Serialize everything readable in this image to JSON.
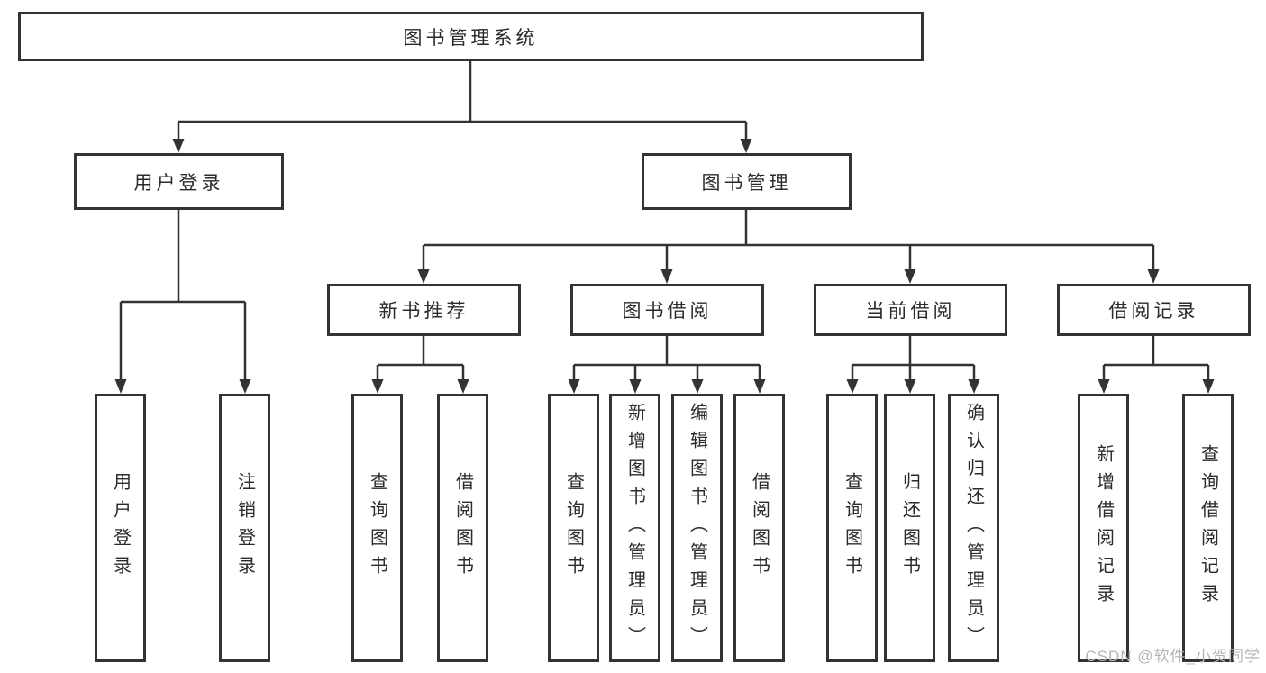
{
  "diagram": {
    "title_node": {
      "label": "图书管理系统"
    },
    "level2": [
      {
        "label": "用户登录"
      },
      {
        "label": "图书管理"
      }
    ],
    "level3": [
      {
        "label": "新书推荐"
      },
      {
        "label": "图书借阅"
      },
      {
        "label": "当前借阅"
      },
      {
        "label": "借阅记录"
      }
    ],
    "leaves": [
      {
        "label": "用户登录"
      },
      {
        "label": "注销登录"
      },
      {
        "label": "查询图书"
      },
      {
        "label": "借阅图书"
      },
      {
        "label": "查询图书"
      },
      {
        "label": "新增图书（管理员）"
      },
      {
        "label": "编辑图书（管理员）"
      },
      {
        "label": "借阅图书"
      },
      {
        "label": "查询图书"
      },
      {
        "label": "归还图书"
      },
      {
        "label": "确认归还（管理员）"
      },
      {
        "label": "新增借阅记录"
      },
      {
        "label": "查询借阅记录"
      }
    ],
    "colors": {
      "line": "#333333",
      "text": "#2b2b2b",
      "background": "#ffffff",
      "watermark": "#b5b5b5"
    },
    "watermark": {
      "text": "CSDN @软件_小贺同学"
    }
  }
}
